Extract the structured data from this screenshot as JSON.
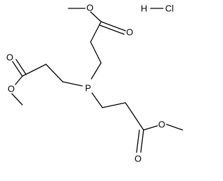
{
  "structure": {
    "atoms": {
      "phosphorus": "P",
      "hydrogen": "H",
      "chlorine": "Cl"
    }
  },
  "colors": {
    "bond": "#000000",
    "label": "#000000",
    "background": "#ffffff"
  }
}
